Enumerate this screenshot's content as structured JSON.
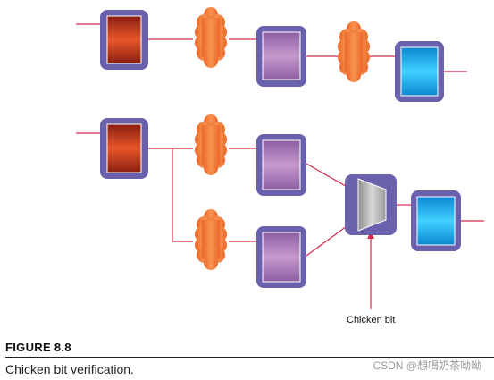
{
  "diagram": {
    "chicken_bit_label": "Chicken bit"
  },
  "figure": {
    "label": "FIGURE 8.8",
    "caption": "Chicken bit verification."
  },
  "watermark": "CSDN @想喝奶茶呦呦",
  "colors": {
    "wire": "#d8284c",
    "block_frame": "#6a61ad",
    "red_register_top": "#8a1e0f",
    "red_register_mid": "#e7552b",
    "purple_register_top": "#8d5fa3",
    "purple_register_mid": "#c59acc",
    "blue_register_top": "#0d86d3",
    "blue_register_mid": "#3fd2ff",
    "cloud": "#f47d3c",
    "mux": "#b5b5b5"
  },
  "icons": [
    "register-block",
    "logic-cloud",
    "multiplexer",
    "arrow"
  ]
}
